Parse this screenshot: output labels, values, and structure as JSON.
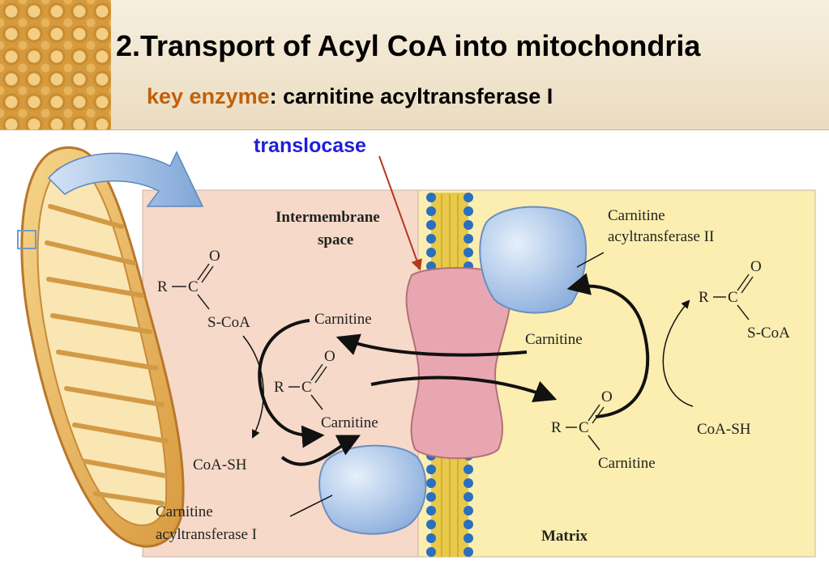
{
  "slide": {
    "title": "2.Transport of Acyl CoA into mitochondria",
    "subtitle_key": "key enzyme",
    "subtitle_rest": ": carnitine acyltransferase I"
  },
  "labels": {
    "translocase": "translocase",
    "intermembrane_line1": "Intermembrane",
    "intermembrane_line2": "space",
    "matrix": "Matrix",
    "cat2_line1": "Carnitine",
    "cat2_line2": "acyltransferase II",
    "cat1_line1": "Carnitine",
    "cat1_line2": "acyltransferase I",
    "left_acyl_r": "R",
    "left_acyl_c": "C",
    "left_acyl_o": "O",
    "left_acyl_scoa": "S-CoA",
    "left_carnitine": "Carnitine",
    "left_mid_r": "R",
    "left_mid_c": "C",
    "left_mid_o": "O",
    "left_mid_carnitine": "Carnitine",
    "left_coash": "CoA-SH",
    "right_carnitine": "Carnitine",
    "right_acyl_r": "R",
    "right_acyl_c": "C",
    "right_acyl_o": "O",
    "right_acyl_scoa": "S-CoA",
    "right_mid_r": "R",
    "right_mid_c": "C",
    "right_mid_o": "O",
    "right_mid_carnitine": "Carnitine",
    "right_coash": "CoA-SH"
  },
  "colors": {
    "translocase_label": "#1f1fd8",
    "key_enzyme": "#c0600c",
    "intermembrane_bg": "#f6d9c8",
    "matrix_bg": "#fbeeb0",
    "membrane_bead": "#2a6fc0",
    "transporter": "#e8a7b0",
    "enzyme": "#a9c4ea"
  }
}
